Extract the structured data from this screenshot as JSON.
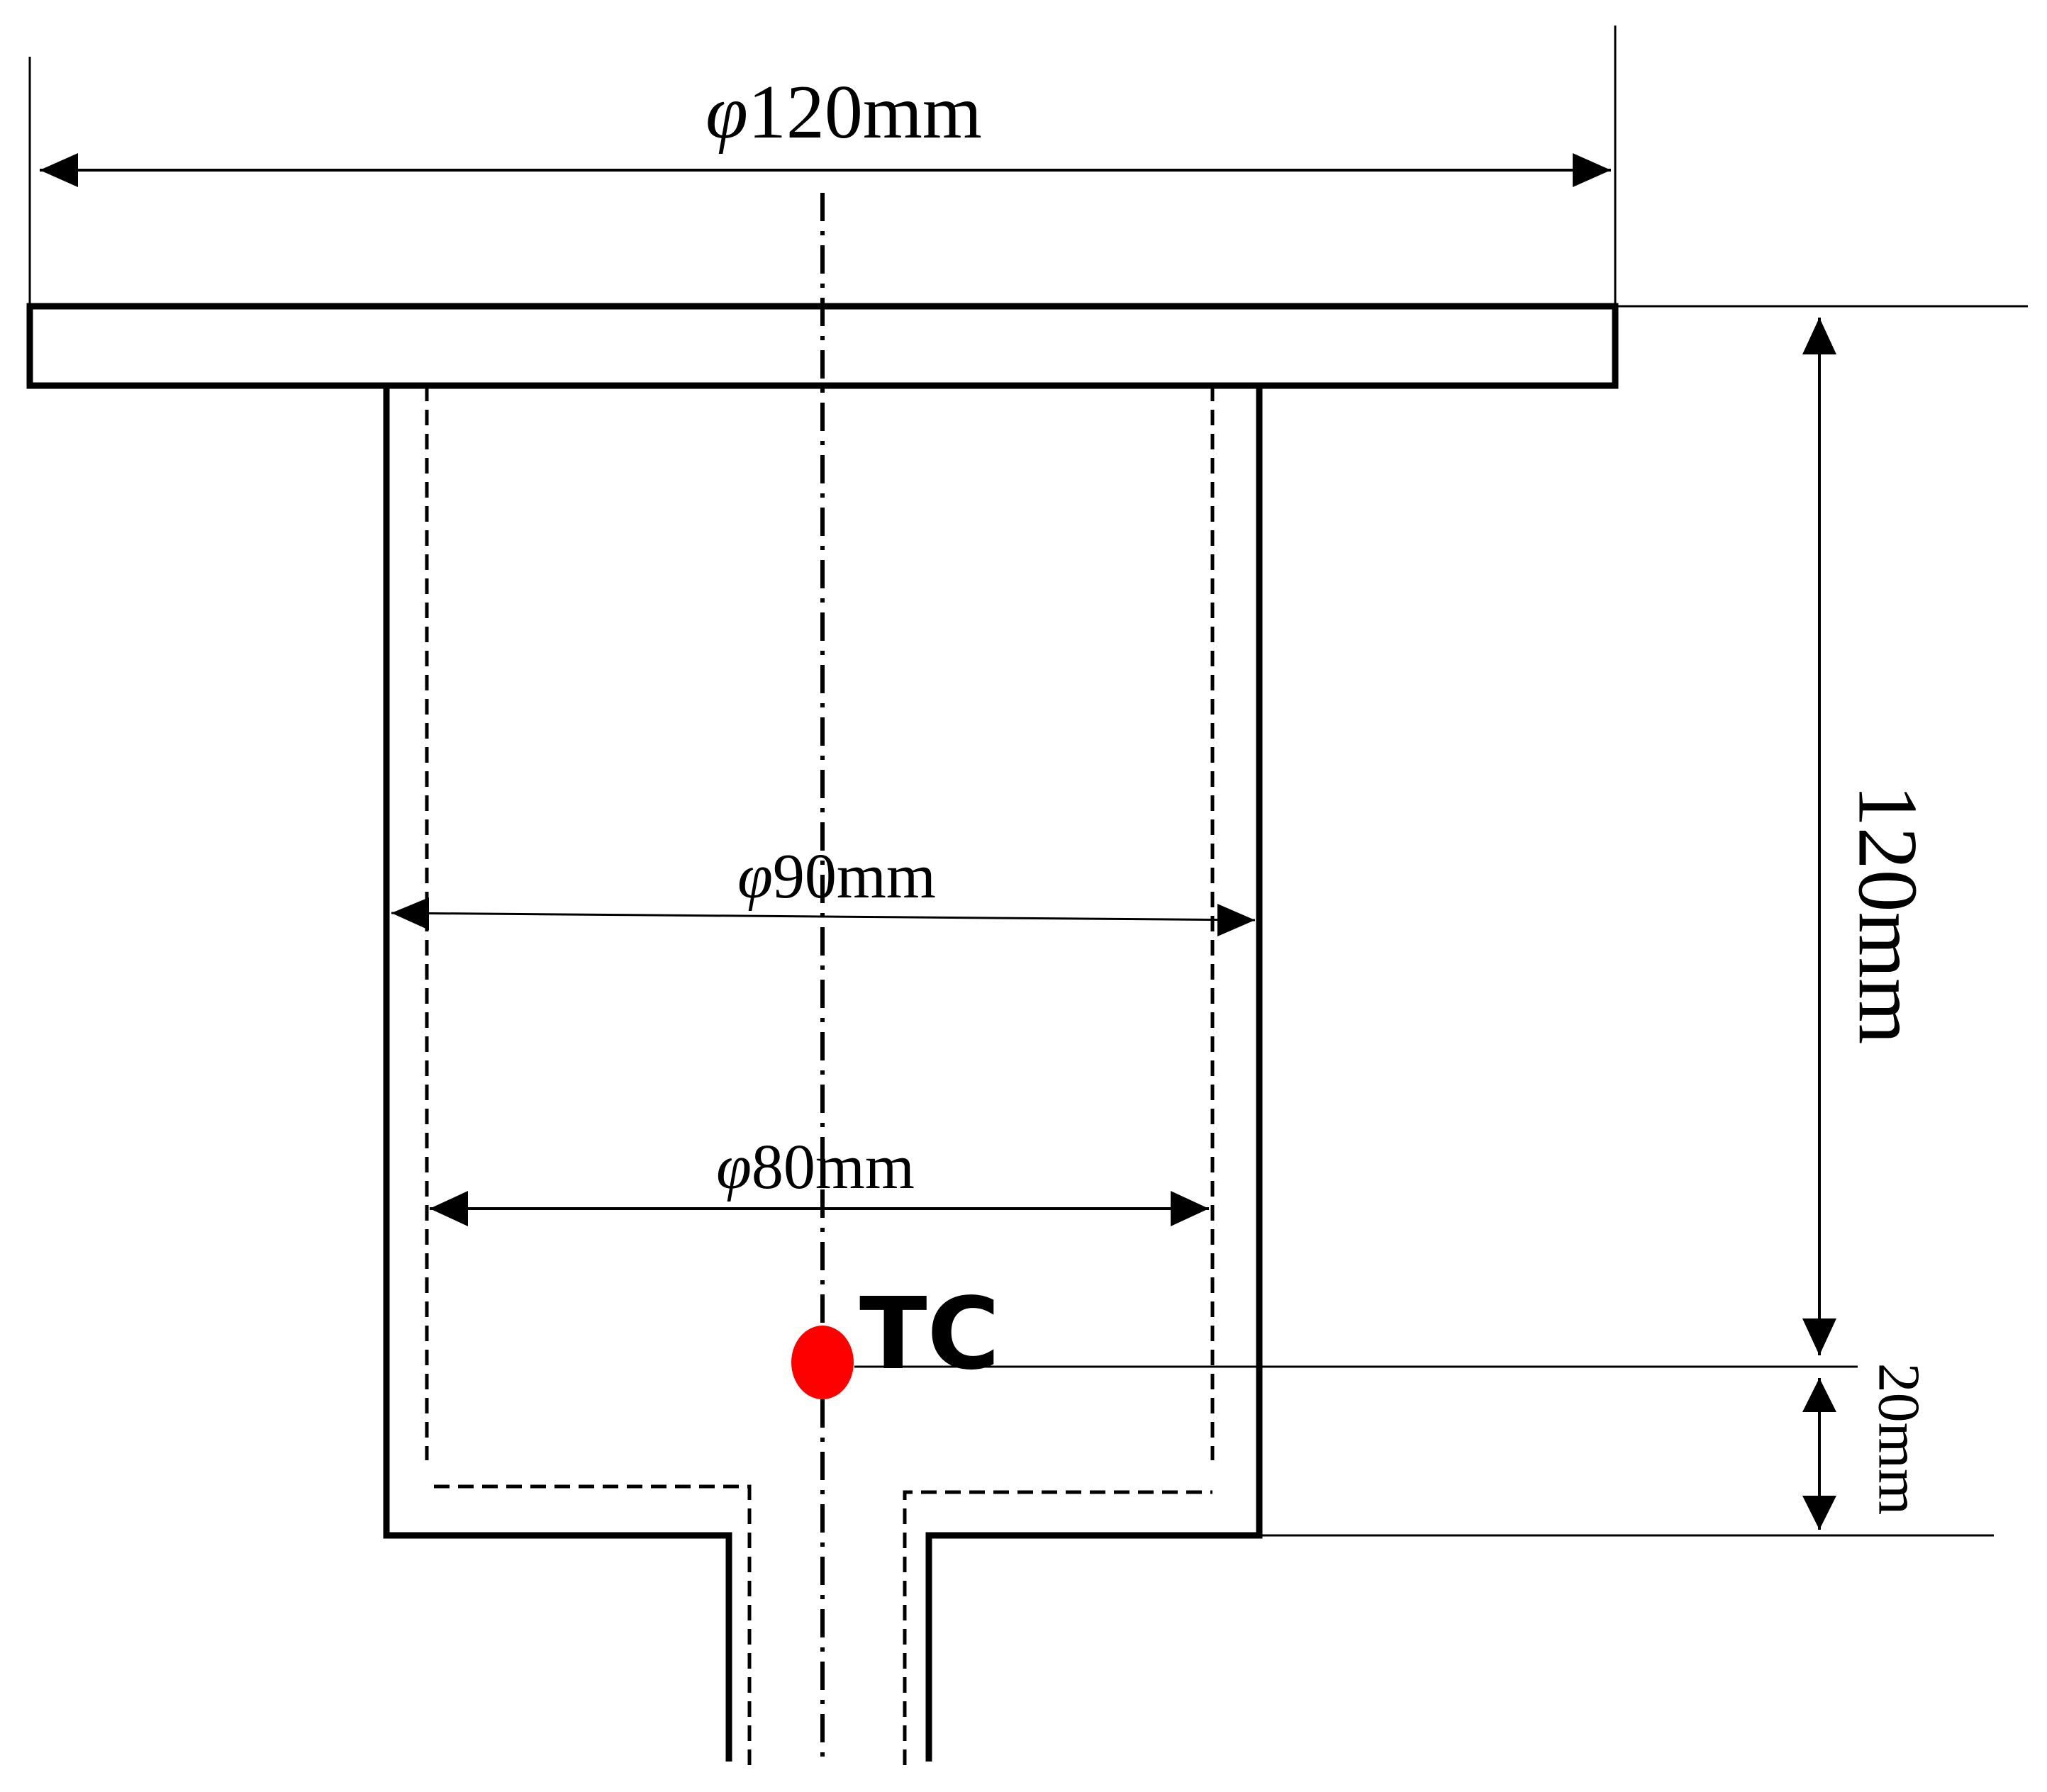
{
  "labels": {
    "outer_diameter": "120mm",
    "outer_diameter_symbol": "φ",
    "wall_diameter": "90mm",
    "wall_diameter_symbol": "φ",
    "inner_diameter": "80mm",
    "inner_diameter_symbol": "φ",
    "height": "120mm",
    "bottom_offset": "20mm",
    "thermocouple": "TC"
  },
  "colors": {
    "line": "#000000",
    "thermocouple": "#ff0000",
    "background": "#ffffff"
  }
}
